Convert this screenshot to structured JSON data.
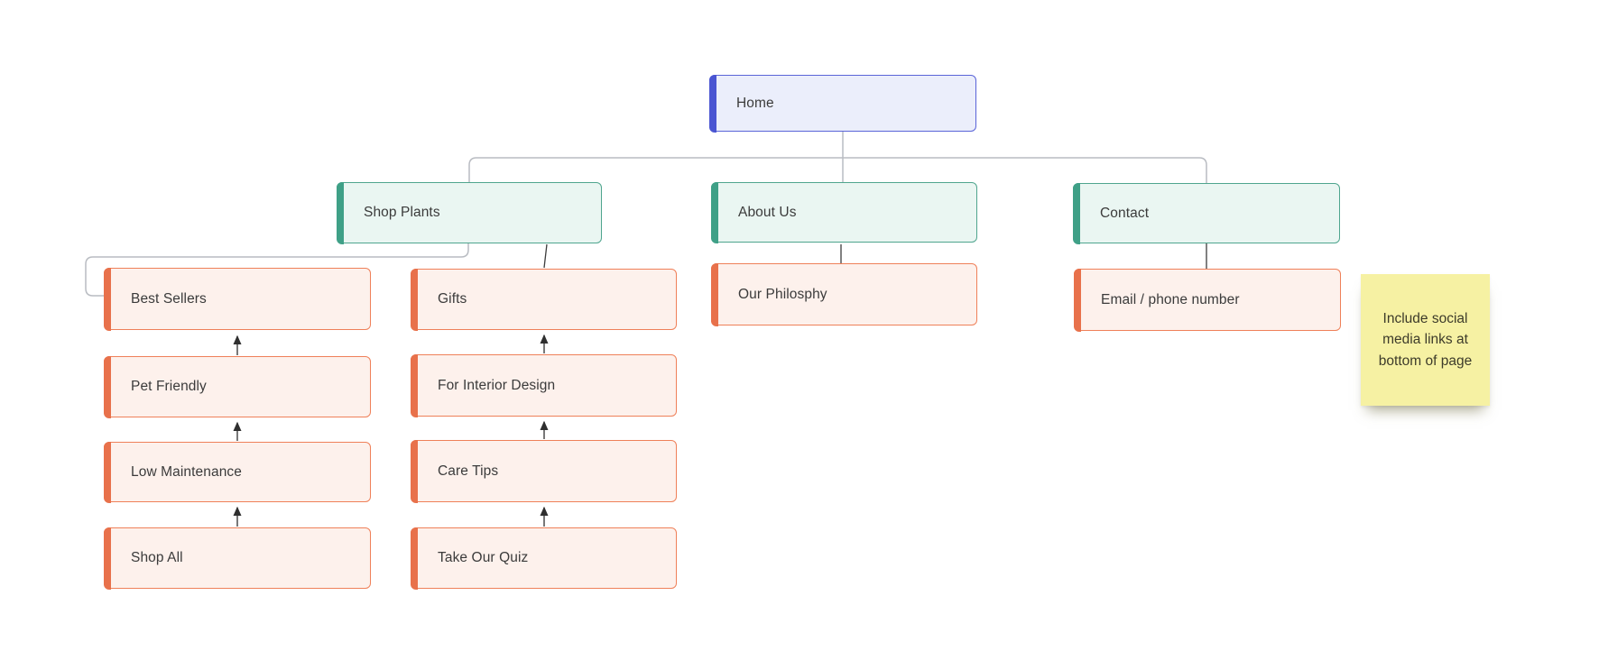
{
  "diagram": {
    "type": "sitemap-flowchart",
    "nodes": {
      "home": {
        "label": "Home",
        "level": "root"
      },
      "shop_plants": {
        "label": "Shop Plants",
        "level": "section"
      },
      "about_us": {
        "label": "About Us",
        "level": "section"
      },
      "contact": {
        "label": "Contact",
        "level": "section"
      },
      "best_sellers": {
        "label": "Best Sellers",
        "level": "page"
      },
      "pet_friendly": {
        "label": "Pet Friendly",
        "level": "page"
      },
      "low_maintenance": {
        "label": "Low Maintenance",
        "level": "page"
      },
      "shop_all": {
        "label": "Shop All",
        "level": "page"
      },
      "gifts": {
        "label": "Gifts",
        "level": "page"
      },
      "for_interior_design": {
        "label": "For Interior Design",
        "level": "page"
      },
      "care_tips": {
        "label": "Care Tips",
        "level": "page"
      },
      "take_our_quiz": {
        "label": "Take Our Quiz",
        "level": "page"
      },
      "our_philosphy": {
        "label": "Our Philosphy",
        "level": "page"
      },
      "email_phone": {
        "label": "Email / phone number",
        "level": "page"
      }
    },
    "edges": [
      {
        "from": "home",
        "to": "shop_plants"
      },
      {
        "from": "home",
        "to": "about_us"
      },
      {
        "from": "home",
        "to": "contact"
      },
      {
        "from": "shop_plants",
        "to": "best_sellers"
      },
      {
        "from": "shop_plants",
        "to": "gifts"
      },
      {
        "from": "pet_friendly",
        "to": "best_sellers",
        "arrow": "up"
      },
      {
        "from": "low_maintenance",
        "to": "pet_friendly",
        "arrow": "up"
      },
      {
        "from": "shop_all",
        "to": "low_maintenance",
        "arrow": "up"
      },
      {
        "from": "for_interior_design",
        "to": "gifts",
        "arrow": "up"
      },
      {
        "from": "care_tips",
        "to": "for_interior_design",
        "arrow": "up"
      },
      {
        "from": "take_our_quiz",
        "to": "care_tips",
        "arrow": "up"
      },
      {
        "from": "about_us",
        "to": "our_philosphy"
      },
      {
        "from": "contact",
        "to": "email_phone"
      }
    ],
    "sticky_note": {
      "text": "Include social media links at bottom of page"
    }
  },
  "colors": {
    "home_accent": "#4a55d2",
    "home_border": "#5a64d8",
    "section_accent": "#3fa087",
    "section_border": "#4fa58e",
    "page_accent": "#e8714b",
    "page_border": "#ef8059",
    "sticky": "#f6f1a3",
    "connector_gray": "#b9bcc2",
    "connector_dark": "#3d3d3d"
  }
}
